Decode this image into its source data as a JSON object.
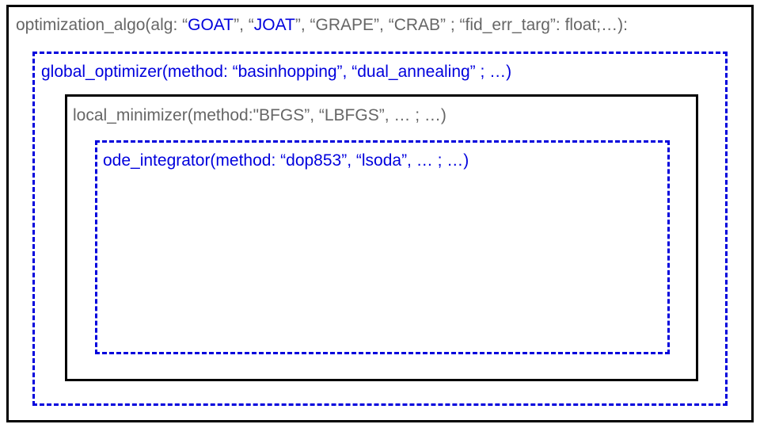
{
  "colors": {
    "gray_text": "#666666",
    "blue_accent": "#0000dd",
    "solid_border": "#000000"
  },
  "outer": {
    "prefix": "optimization_algo(alg: “",
    "alg1": "GOAT",
    "sep1": "”, “",
    "alg2": "JOAT",
    "rest": "”, “GRAPE”, “CRAB” ; “fid_err_targ”: float;…):"
  },
  "global": {
    "text": "global_optimizer(method: “basinhopping”, “dual_annealing” ; …)"
  },
  "local": {
    "text": "local_minimizer(method:\"BFGS”, “LBFGS”, … ; …)"
  },
  "ode": {
    "text": "ode_integrator(method: “dop853”, “lsoda”, … ; …)"
  }
}
